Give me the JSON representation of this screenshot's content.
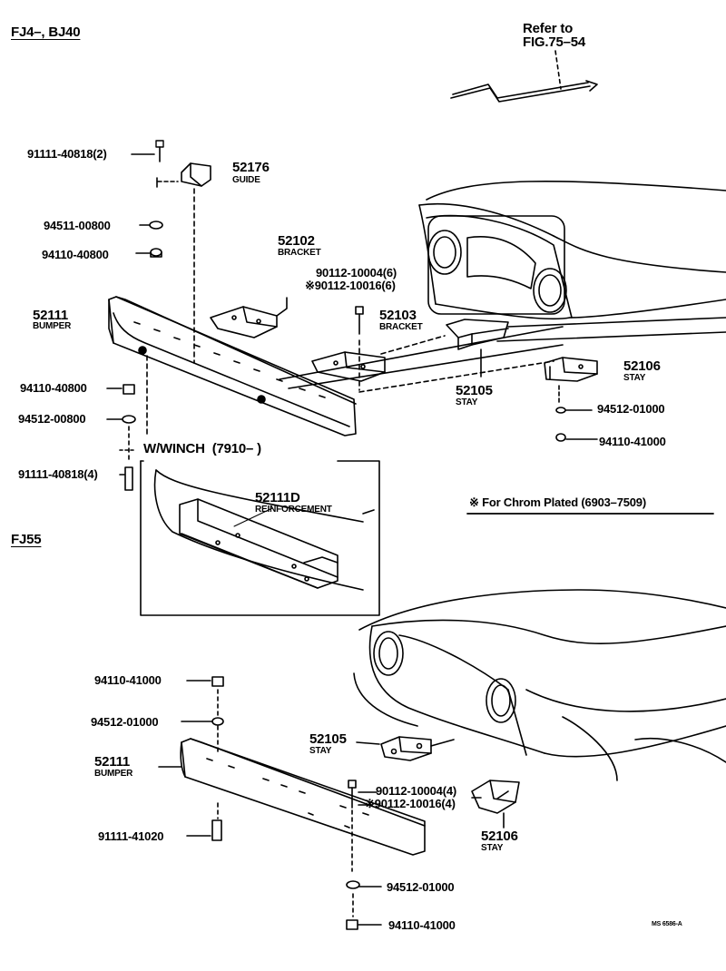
{
  "sections": {
    "top": "FJ4–, BJ40",
    "bottom": "FJ55",
    "winch": "W/WINCH",
    "winch_date": "(7910–       )",
    "chrome_note": "For Chrom Plated",
    "chrome_date": "(6903–7509)",
    "star": "※"
  },
  "refer": {
    "line1": "Refer to",
    "line2": "FIG.75–54"
  },
  "parts": {
    "bolt_top": "91111-40818",
    "bolt_top_qty": "(2)",
    "guide_no": "52176",
    "guide_name": "GUIDE",
    "washer_top": "94511-00800",
    "nut_top": "94110-40800",
    "bracket_52102_no": "52102",
    "bracket_52102_name": "BRACKET",
    "bolt_90112_a": "90112-10004",
    "bolt_90112_a_qty": "(6)",
    "bolt_90112_b": "90112-10016",
    "bolt_90112_b_qty": "(6)",
    "bumper_top_no": "52111",
    "bumper_top_name": "BUMPER",
    "bracket_52103_no": "52103",
    "bracket_52103_name": "BRACKET",
    "nut_left": "94110-40800",
    "washer_left": "94512-00800",
    "stay_52105_no": "52105",
    "stay_52105_name": "STAY",
    "stay_52106_no": "52106",
    "stay_52106_name": "STAY",
    "washer_right": "94512-01000",
    "nut_right": "94110-41000",
    "bolt_left": "91111-40818",
    "bolt_left_qty": "(4)",
    "reinf_no": "52111D",
    "reinf_name": "REINFORCEMENT",
    "b_nut_top": "94110-41000",
    "b_washer_top": "94512-01000",
    "b_bumper_no": "52111",
    "b_bumper_name": "BUMPER",
    "b_stay_52105_no": "52105",
    "b_stay_52105_name": "STAY",
    "b_bolt_a": "90112-10004",
    "b_bolt_a_qty": "(4)",
    "b_bolt_b": "90112-10016",
    "b_bolt_b_qty": "(4)",
    "b_bolt_bottom": "91111-41020",
    "b_stay_52106_no": "52106",
    "b_stay_52106_name": "STAY",
    "b_washer_bottom": "94512-01000",
    "b_nut_bottom": "94110-41000",
    "ref_code": "MS 6586-A"
  }
}
